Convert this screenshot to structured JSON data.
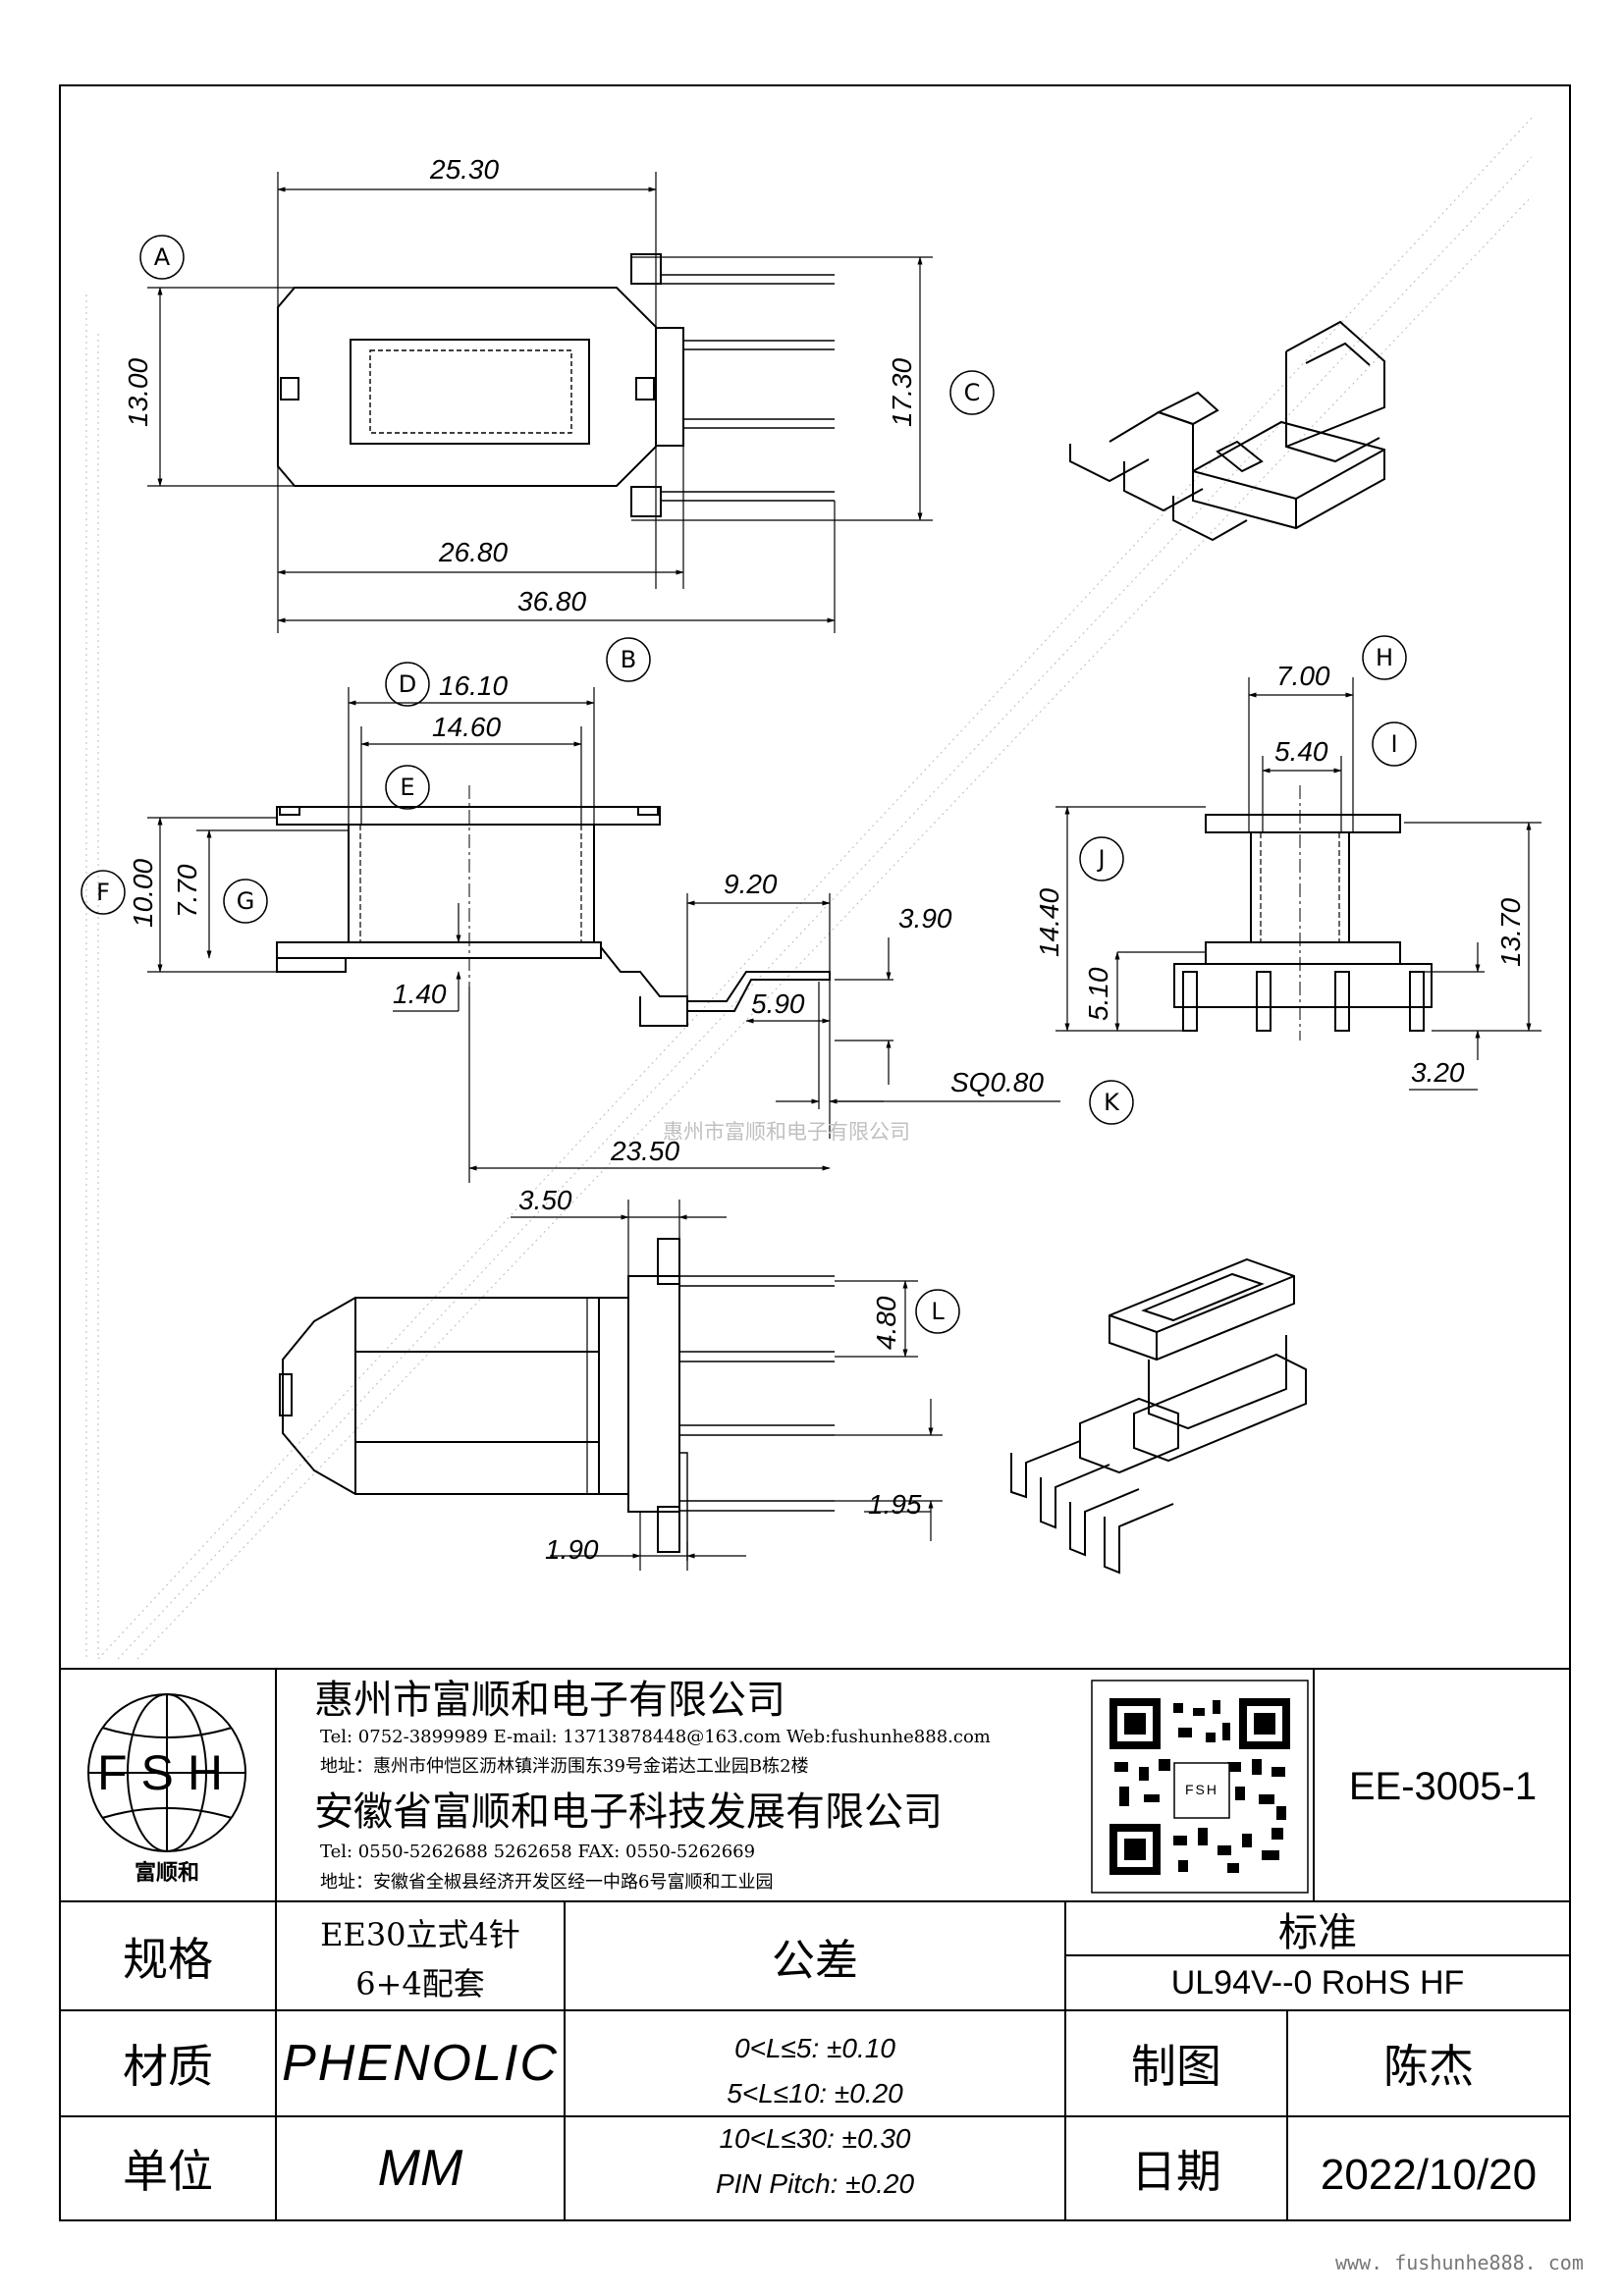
{
  "drawing": {
    "dims": {
      "d_25_30": "25.30",
      "d_13_00": "13.00",
      "d_17_30": "17.30",
      "d_26_80": "26.80",
      "d_36_80": "36.80",
      "d_16_10": "16.10",
      "d_14_60": "14.60",
      "d_10_00": "10.00",
      "d_7_70": "7.70",
      "d_1_40": "1.40",
      "d_9_20": "9.20",
      "d_3_90": "3.90",
      "d_5_90": "5.90",
      "d_sq": "SQ0.80",
      "d_23_50": "23.50",
      "d_7_00": "7.00",
      "d_5_40": "5.40",
      "d_14_40": "14.40",
      "d_13_70": "13.70",
      "d_5_10": "5.10",
      "d_3_20": "3.20",
      "d_3_50": "3.50",
      "d_4_80": "4.80",
      "d_1_95": "1.95",
      "d_1_90": "1.90"
    },
    "callouts": {
      "A": "A",
      "B": "B",
      "C": "C",
      "D": "D",
      "E": "E",
      "F": "F",
      "G": "G",
      "H": "H",
      "I": "I",
      "J": "J",
      "K": "K",
      "L": "L"
    },
    "watermark": "惠州市富顺和电子有限公司"
  },
  "title_block": {
    "logo_text": "FSH",
    "logo_caption": "富顺和",
    "company1": "惠州市富顺和电子有限公司",
    "contact1": "Tel:   0752-3899989   E-mail: 13713878448@163.com   Web:fushunhe888.com",
    "address1": "地址：惠州市仲恺区沥林镇泮沥围东39号金诺达工业园B栋2楼",
    "company2": "安徽省富顺和电子科技发展有限公司",
    "contact2": "Tel:   0550-5262688  5262658       FAX: 0550-5262669",
    "address2": "地址：安徽省全椒县经济开发区经一中路6号富顺和工业园",
    "part_no": "EE-3005-1",
    "spec_label": "规格",
    "spec_value_1": "EE30立式4针",
    "spec_value_2": "6+4配套",
    "material_label": "材质",
    "material_value": "PHENOLIC",
    "unit_label": "单位",
    "unit_value": "MM",
    "tolerance_label": "公差",
    "tolerances": [
      "0<L≤5: ±0.10",
      "5<L≤10: ±0.20",
      "10<L≤30: ±0.30",
      "PIN Pitch: ±0.20"
    ],
    "standard_label": "标准",
    "standard_value": "UL94V--0  RoHS HF",
    "drawn_label": "制图",
    "drawn_value": "陈杰",
    "date_label": "日期",
    "date_value": "2022/10/20"
  },
  "footer": {
    "website": "www. fushunhe888. com"
  }
}
